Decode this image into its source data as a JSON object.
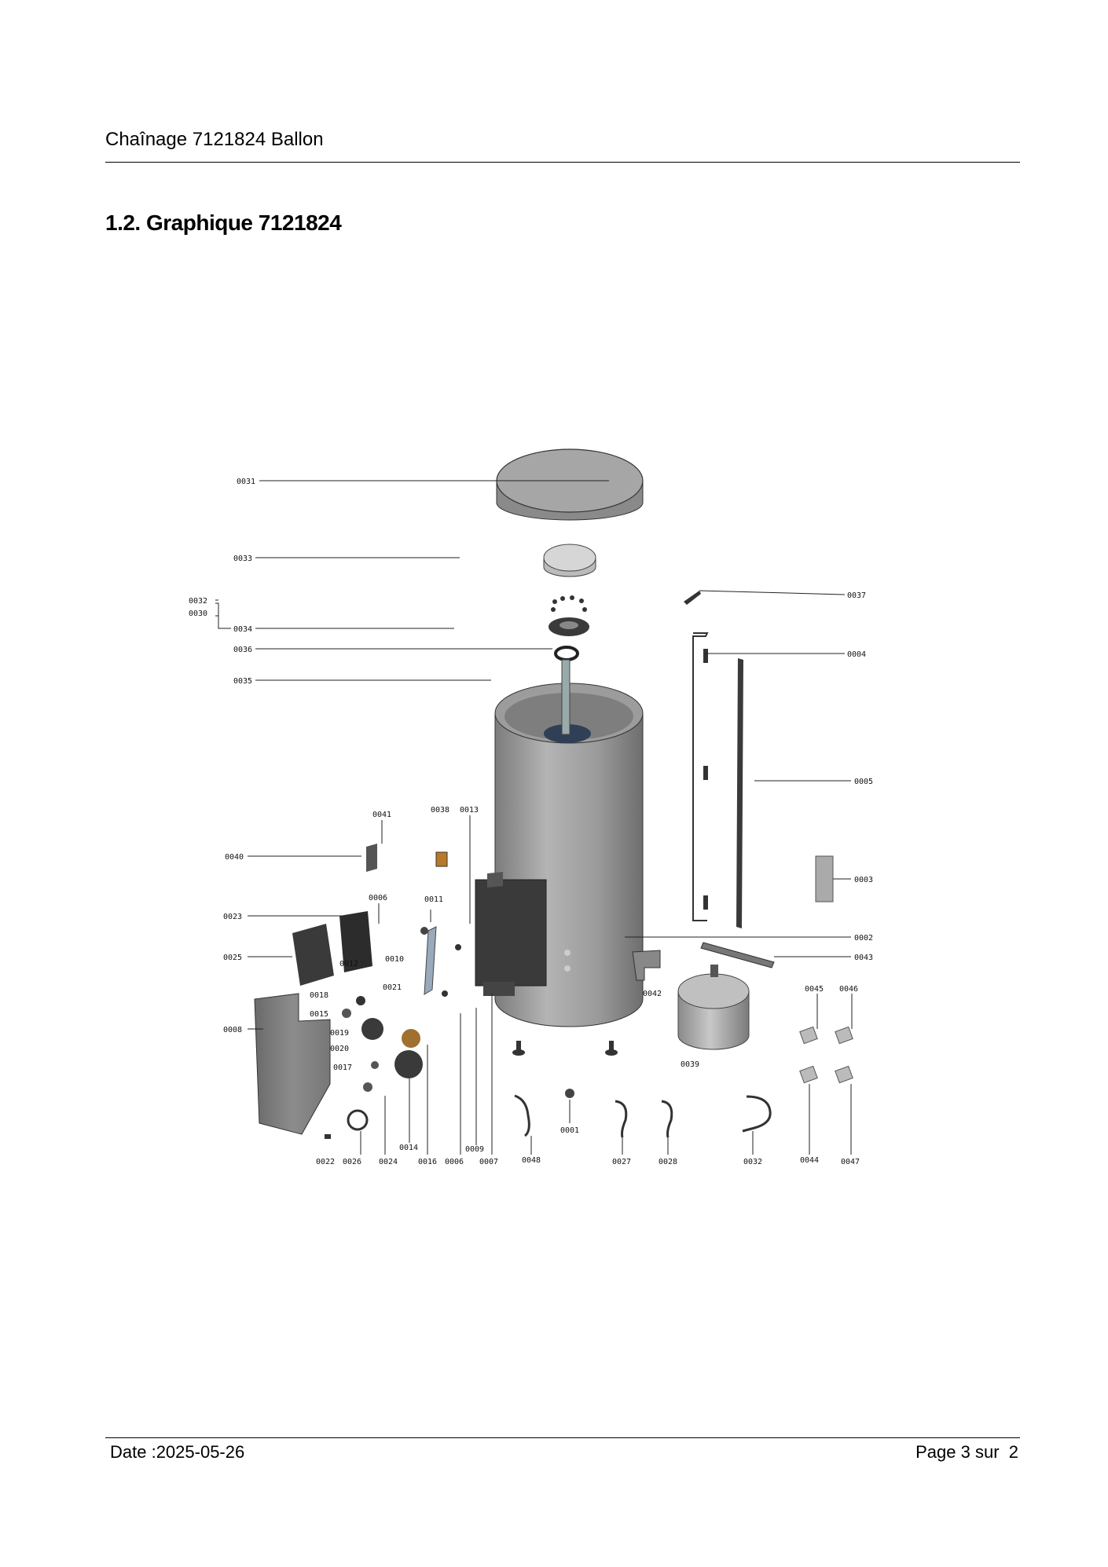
{
  "header": {
    "title": "Chaînage 7121824 Ballon"
  },
  "section": {
    "title": "1.2. Graphique 7121824"
  },
  "diagram": {
    "labels": {
      "l0031": "0031",
      "l0033": "0033",
      "l0032": "0032",
      "l0030": "0030",
      "l0034": "0034",
      "l0036": "0036",
      "l0035": "0035",
      "l0037": "0037",
      "l0004": "0004",
      "l0005": "0005",
      "l0003": "0003",
      "l0002": "0002",
      "l0043": "0043",
      "l0041": "0041",
      "l0038": "0038",
      "l0013": "0013",
      "l0040": "0040",
      "l0006a": "0006",
      "l0011": "0011",
      "l0023": "0023",
      "l0025": "0025",
      "l0012": "0012",
      "l0010": "0010",
      "l0018": "0018",
      "l0021": "0021",
      "l0015": "0015",
      "l0019": "0019",
      "l0020": "0020",
      "l0017": "0017",
      "l0008": "0008",
      "l0042": "0042",
      "l0039": "0039",
      "l0045": "0045",
      "l0046": "0046",
      "l0044": "0044",
      "l0047": "0047",
      "l0022": "0022",
      "l0026": "0026",
      "l0024": "0024",
      "l0014": "0014",
      "l0016": "0016",
      "l0006b": "0006",
      "l0009": "0009",
      "l0007": "0007",
      "l0048": "0048",
      "l0001": "0001",
      "l0027": "0027",
      "l0028": "0028",
      "l0032b": "0032"
    }
  },
  "footer": {
    "date": "Date :2025-05-26",
    "page": "Page 3 sur  2"
  }
}
